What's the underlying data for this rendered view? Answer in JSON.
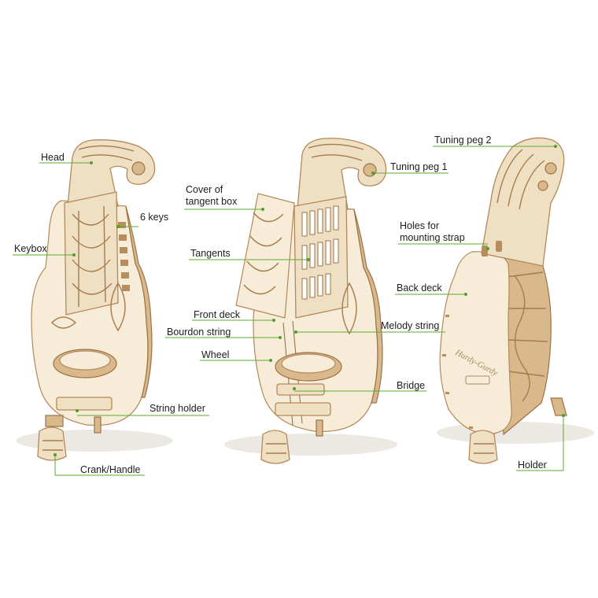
{
  "title": "",
  "colors": {
    "leader": "#5aab2f",
    "dot": "#4f9e28",
    "wood_light": "#f6ecd8",
    "wood": "#efe0c4",
    "wood_dark": "#d9b98c",
    "wood_edge": "#b3895a"
  },
  "views": {
    "front": {
      "labels": {
        "head": "Head",
        "keybox": "Keybox",
        "six_keys": "6 keys",
        "string_holder": "String holder",
        "crank_handle": "Crank/Handle"
      }
    },
    "side": {
      "labels": {
        "tuning_peg_1": "Tuning peg 1",
        "cover_of_tangent_box_line1": "Cover of",
        "cover_of_tangent_box_line2": "tangent box",
        "tangents": "Tangents",
        "front_deck": "Front deck",
        "bourdon_string": "Bourdon string",
        "melody_string": "Melody string",
        "wheel": "Wheel",
        "bridge": "Bridge"
      }
    },
    "back": {
      "labels": {
        "tuning_peg_2": "Tuning peg 2",
        "holes_for_mounting_strap_line1": "Holes for",
        "holes_for_mounting_strap_line2": "mounting strap",
        "back_deck": "Back deck",
        "holder": "Holder"
      },
      "engraving": "Hurdy-Gurdy"
    }
  }
}
